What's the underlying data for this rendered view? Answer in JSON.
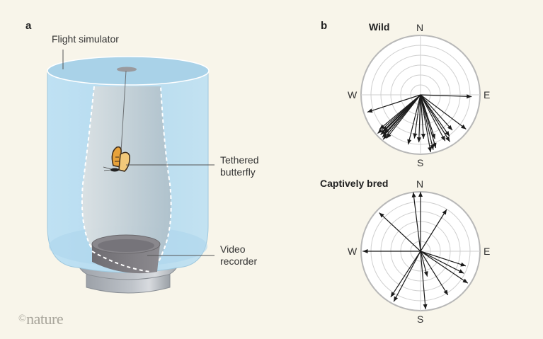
{
  "panel_a": {
    "letter": "a",
    "labels": {
      "flight_simulator": "Flight simulator",
      "tethered_butterfly_line1": "Tethered",
      "tethered_butterfly_line2": "butterfly",
      "video_recorder_line1": "Video",
      "video_recorder_line2": "recorder"
    },
    "colors": {
      "cylinder": "#b9dcef",
      "cylinder_top": "#a9d2e8",
      "field_of_view": "#c9d3d9",
      "recorder": "#7d7b80",
      "base": "#a9aeb4"
    }
  },
  "panel_b": {
    "letter": "b"
  },
  "credit": {
    "symbol": "©",
    "text": "nature"
  },
  "chart_data": [
    {
      "type": "polar-vector",
      "title": "Wild",
      "compass_labels": {
        "north": "N",
        "south": "S",
        "east": "E",
        "west": "W"
      },
      "rings": 6,
      "units": {
        "angle": "compass bearing, degrees clockwise from N",
        "length": "fraction of outer radius"
      },
      "vectors": [
        {
          "bearing": 92,
          "length": 0.86
        },
        {
          "bearing": 252,
          "length": 0.94
        },
        {
          "bearing": 218,
          "length": 0.93
        },
        {
          "bearing": 220,
          "length": 0.98
        },
        {
          "bearing": 222,
          "length": 0.96
        },
        {
          "bearing": 223,
          "length": 0.9
        },
        {
          "bearing": 225,
          "length": 0.95
        },
        {
          "bearing": 226,
          "length": 0.88
        },
        {
          "bearing": 228,
          "length": 0.97
        },
        {
          "bearing": 230,
          "length": 0.9
        },
        {
          "bearing": 194,
          "length": 0.86
        },
        {
          "bearing": 188,
          "length": 0.74
        },
        {
          "bearing": 182,
          "length": 0.8
        },
        {
          "bearing": 176,
          "length": 0.74
        },
        {
          "bearing": 170,
          "length": 0.98
        },
        {
          "bearing": 167,
          "length": 0.95
        },
        {
          "bearing": 164,
          "length": 0.93
        },
        {
          "bearing": 162,
          "length": 0.78
        },
        {
          "bearing": 152,
          "length": 0.88
        },
        {
          "bearing": 148,
          "length": 0.93
        },
        {
          "bearing": 145,
          "length": 0.85
        },
        {
          "bearing": 138,
          "length": 0.8
        },
        {
          "bearing": 127,
          "length": 0.96
        }
      ]
    },
    {
      "type": "polar-vector",
      "title": "Captively bred",
      "compass_labels": {
        "north": "N",
        "south": "S",
        "east": "E",
        "west": "W"
      },
      "rings": 6,
      "units": {
        "angle": "compass bearing, degrees clockwise from N",
        "length": "fraction of outer radius"
      },
      "vectors": [
        {
          "bearing": 0,
          "length": 1.0
        },
        {
          "bearing": 353,
          "length": 1.0
        },
        {
          "bearing": 313,
          "length": 0.95
        },
        {
          "bearing": 270,
          "length": 0.97
        },
        {
          "bearing": 32,
          "length": 0.83
        },
        {
          "bearing": 108,
          "length": 0.8
        },
        {
          "bearing": 117,
          "length": 0.82
        },
        {
          "bearing": 124,
          "length": 0.96
        },
        {
          "bearing": 148,
          "length": 0.87
        },
        {
          "bearing": 165,
          "length": 0.44
        },
        {
          "bearing": 175,
          "length": 0.98
        },
        {
          "bearing": 213,
          "length": 0.92
        },
        {
          "bearing": 208,
          "length": 0.96
        }
      ]
    }
  ]
}
